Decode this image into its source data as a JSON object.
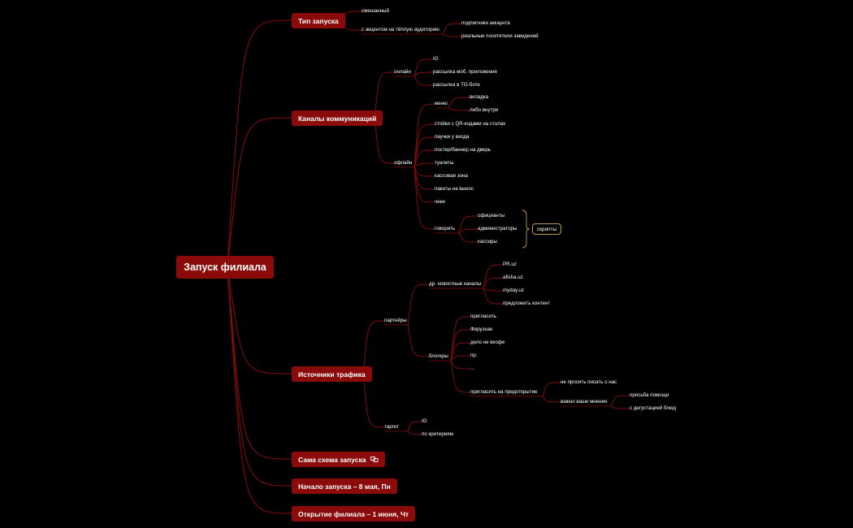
{
  "root": "Запуск филиала",
  "colors": {
    "node_fill": "#8b0a0a",
    "line": "#8a0c0c",
    "bracket": "#b89a5a",
    "background": "#000000"
  },
  "main": {
    "launch_type": "Тип запуска",
    "channels": "Каналы коммуникаций",
    "traffic": "Источники трафика",
    "scheme": "Сама схема запуска",
    "launch_start": "Начало запуска – 8 мая, Пн",
    "opening": "Открытие филиала – 1 июня, Чт"
  },
  "launch_type": {
    "mixed": "смешанный",
    "warm": "с акцентом на тёплую аудиторию",
    "subscribers": "подписчики аккаунта",
    "visitors": "реальные посетители заведений"
  },
  "channels": {
    "online": "онлайн",
    "online_items": [
      "IG",
      "рассылка моб. приложения",
      "рассылка в TG-боте"
    ],
    "offline": "офлайн",
    "menu": "меню",
    "menu_items": [
      "вкладка",
      "либо внутри"
    ],
    "offline_items": [
      "стойки с QR-кодами на столах",
      "паучки у входа",
      "постер/баннер на дверь",
      "туалеты",
      "кассовая зона",
      "пакеты на вынос",
      "чеки"
    ],
    "talk": "говорить",
    "talk_items": [
      "официанты",
      "администраторы",
      "кассиры"
    ],
    "scripts": "скрипты"
  },
  "traffic": {
    "partners": "партнёры",
    "news": "др. новостные каналы",
    "news_items": [
      "PR.uz",
      "afisha.uz",
      "myday.uz",
      "предложить контент"
    ],
    "bloggers": "блогеры",
    "blogger_items": [
      "пригласить",
      "Ферузхан",
      "дело не вкофе",
      "пр.",
      "..."
    ],
    "preopen": "пригласить на предоткрытие",
    "dont_ask": "не просить писать о нас",
    "opinion": "важно ваше мнение",
    "opinion_items": [
      "просьба помощи",
      "с дегустацией блюд"
    ],
    "target": "таргет",
    "target_items": [
      "IG",
      "по критериям"
    ]
  },
  "icons": {
    "scheme_icon": "link-icon"
  }
}
